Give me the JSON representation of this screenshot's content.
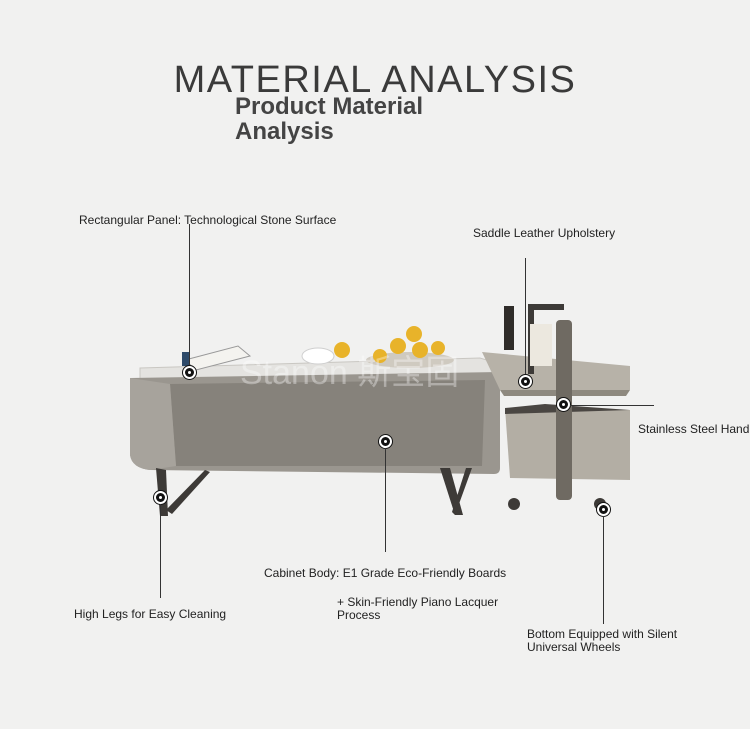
{
  "header": {
    "title": "MATERIAL ANALYSIS",
    "subtitle_line1": "Product Material",
    "subtitle_line2": "Analysis"
  },
  "annotations": {
    "panel": "Rectangular Panel: Technological Stone Surface",
    "leather": "Saddle Leather Upholstery",
    "handle": "Stainless Steel Handle",
    "cabinet": "Cabinet Body: E1 Grade Eco-Friendly Boards",
    "lacquer": "+ Skin-Friendly Piano Lacquer Process",
    "legs": "High Legs for Easy Cleaning",
    "wheels": "Bottom Equipped with Silent Universal Wheels"
  },
  "watermark": "Stanon 斯宝固",
  "colors": {
    "background": "#f1f1f0",
    "cabinet": "#8d8a83",
    "stone_top": "#e4e3e0",
    "leather": "#b7b2a8",
    "metal": "#3d3a37"
  }
}
